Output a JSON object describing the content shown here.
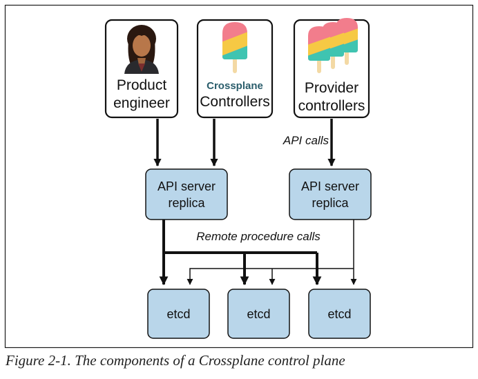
{
  "figure": {
    "actors": {
      "product_engineer": {
        "line1": "Product",
        "line2": "engineer"
      },
      "crossplane": {
        "logo_text": "Crossplane",
        "label": "Controllers"
      },
      "providers": {
        "line1": "Provider",
        "line2": "controllers"
      }
    },
    "api_servers": [
      {
        "line1": "API server",
        "line2": "replica"
      },
      {
        "line1": "API server",
        "line2": "replica"
      }
    ],
    "etcd": [
      "etcd",
      "etcd",
      "etcd"
    ],
    "edge_labels": {
      "api_calls": "API calls",
      "rpc": "Remote procedure calls"
    }
  },
  "caption": "Figure 2-1. The components of a Crossplane control plane",
  "colors": {
    "node_fill": "#b9d6ea",
    "node_stroke": "#1a1a1a",
    "logo_teal": "#2a5d6b",
    "popsicle_pink": "#f27d8c",
    "popsicle_yellow": "#f6c944",
    "popsicle_teal": "#3fc4b1",
    "stick": "#f3d9a4"
  }
}
